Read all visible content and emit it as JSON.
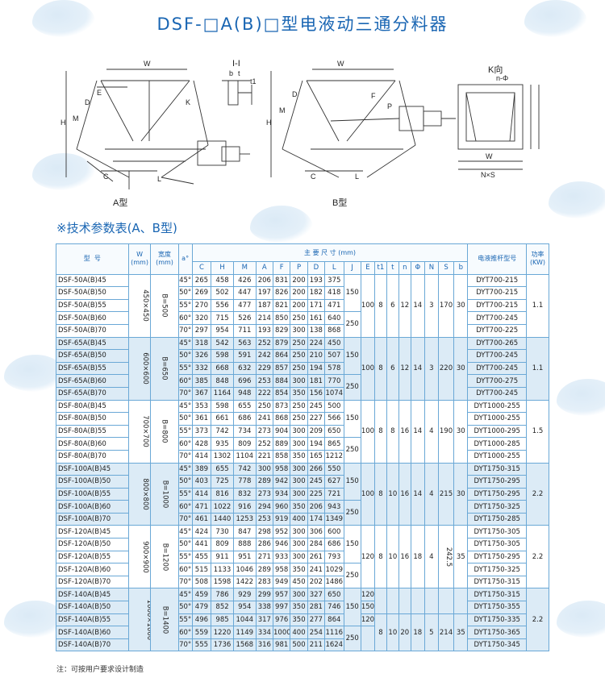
{
  "title": "DSF-□A(B)□型电液动三通分料器",
  "diagram": {
    "label_a": "A型",
    "label_b": "B型",
    "section_label": "I-I",
    "view_label": "K向",
    "dims": [
      "W",
      "H",
      "M",
      "D",
      "E",
      "C",
      "K",
      "L",
      "F",
      "P",
      "b",
      "t",
      "t1",
      "n-Φ",
      "N×S"
    ]
  },
  "section_heading": "※技术参数表(A、B型)",
  "table": {
    "col_model": "型  号",
    "col_w": "W\n(mm)",
    "col_width": "宽度\n(mm)",
    "col_angle": "a°",
    "col_main": "主 要 尺 寸 (mm)",
    "col_push": "电液推杆型号",
    "col_power": "功率\n(KW)",
    "sub_cols": [
      "C",
      "H",
      "M",
      "A",
      "F",
      "P",
      "D",
      "L",
      "J",
      "E",
      "t1",
      "t",
      "n",
      "Φ",
      "N",
      "S",
      "b"
    ],
    "groups": [
      {
        "w": "450×450",
        "width": "B=500",
        "j_top": "150",
        "j_bottom": "250",
        "e": "100",
        "t1": "8",
        "t": "6",
        "n": "12",
        "phi": "14",
        "nn": "3",
        "s": "170",
        "b": "30",
        "power": "1.1",
        "rows": [
          {
            "model": "DSF-50A(B)45",
            "a": "45°",
            "c": "265",
            "h": "458",
            "m": "426",
            "aa": "206",
            "f": "831",
            "p": "200",
            "d": "193",
            "l": "375",
            "push": "DYT700-215"
          },
          {
            "model": "DSF-50A(B)50",
            "a": "50°",
            "c": "269",
            "h": "502",
            "m": "447",
            "aa": "197",
            "f": "826",
            "p": "200",
            "d": "182",
            "l": "418",
            "push": "DYT700-215"
          },
          {
            "model": "DSF-50A(B)55",
            "a": "55°",
            "c": "270",
            "h": "556",
            "m": "477",
            "aa": "187",
            "f": "821",
            "p": "200",
            "d": "171",
            "l": "471",
            "push": "DYT700-215"
          },
          {
            "model": "DSF-50A(B)60",
            "a": "60°",
            "c": "320",
            "h": "715",
            "m": "526",
            "aa": "214",
            "f": "850",
            "p": "250",
            "d": "161",
            "l": "640",
            "push": "DYT700-245"
          },
          {
            "model": "DSF-50A(B)70",
            "a": "70°",
            "c": "297",
            "h": "954",
            "m": "711",
            "aa": "193",
            "f": "829",
            "p": "300",
            "d": "138",
            "l": "868",
            "push": "DYT700-225"
          }
        ]
      },
      {
        "w": "600×600",
        "width": "B=650",
        "j_top": "150",
        "j_bottom": "250",
        "e": "100",
        "t1": "8",
        "t": "6",
        "n": "12",
        "phi": "14",
        "nn": "3",
        "s": "220",
        "b": "30",
        "power": "1.1",
        "rows": [
          {
            "model": "DSF-65A(B)45",
            "a": "45°",
            "c": "318",
            "h": "542",
            "m": "563",
            "aa": "252",
            "f": "879",
            "p": "250",
            "d": "224",
            "l": "450",
            "push": "DYT700-265"
          },
          {
            "model": "DSF-65A(B)50",
            "a": "50°",
            "c": "326",
            "h": "598",
            "m": "591",
            "aa": "242",
            "f": "864",
            "p": "250",
            "d": "210",
            "l": "507",
            "push": "DYT700-245"
          },
          {
            "model": "DSF-65A(B)55",
            "a": "55°",
            "c": "332",
            "h": "668",
            "m": "632",
            "aa": "229",
            "f": "857",
            "p": "250",
            "d": "194",
            "l": "578",
            "push": "DYT700-245"
          },
          {
            "model": "DSF-65A(B)60",
            "a": "60°",
            "c": "385",
            "h": "848",
            "m": "696",
            "aa": "253",
            "f": "884",
            "p": "300",
            "d": "181",
            "l": "770",
            "push": "DYT700-275"
          },
          {
            "model": "DSF-65A(B)70",
            "a": "70°",
            "c": "367",
            "h": "1164",
            "m": "948",
            "aa": "222",
            "f": "854",
            "p": "350",
            "d": "156",
            "l": "1074",
            "push": "DYT700-245"
          }
        ]
      },
      {
        "w": "700×700",
        "width": "B=800",
        "j_top": "150",
        "j_bottom": "250",
        "e": "100",
        "t1": "8",
        "t": "8",
        "n": "16",
        "phi": "14",
        "nn": "4",
        "s": "190",
        "b": "30",
        "power": "1.5",
        "rows": [
          {
            "model": "DSF-80A(B)45",
            "a": "45°",
            "c": "353",
            "h": "598",
            "m": "655",
            "aa": "250",
            "f": "873",
            "p": "250",
            "d": "245",
            "l": "500",
            "push": "DYT1000-255"
          },
          {
            "model": "DSF-80A(B)50",
            "a": "50°",
            "c": "361",
            "h": "661",
            "m": "686",
            "aa": "241",
            "f": "868",
            "p": "250",
            "d": "227",
            "l": "566",
            "push": "DYT1000-255"
          },
          {
            "model": "DSF-80A(B)55",
            "a": "55°",
            "c": "373",
            "h": "742",
            "m": "734",
            "aa": "273",
            "f": "904",
            "p": "300",
            "d": "209",
            "l": "650",
            "push": "DYT1000-295"
          },
          {
            "model": "DSF-80A(B)60",
            "a": "60°",
            "c": "428",
            "h": "935",
            "m": "809",
            "aa": "252",
            "f": "889",
            "p": "300",
            "d": "194",
            "l": "865",
            "push": "DYT1000-285"
          },
          {
            "model": "DSF-80A(B)70",
            "a": "70°",
            "c": "414",
            "h": "1302",
            "m": "1104",
            "aa": "221",
            "f": "858",
            "p": "350",
            "d": "165",
            "l": "1212",
            "push": "DYT1000-255"
          }
        ]
      },
      {
        "w": "800×800",
        "width": "B=1000",
        "j_top": "150",
        "j_bottom": "250",
        "e": "100",
        "t1": "8",
        "t": "10",
        "n": "16",
        "phi": "14",
        "nn": "4",
        "s": "215",
        "b": "30",
        "power": "2.2",
        "rows": [
          {
            "model": "DSF-100A(B)45",
            "a": "45°",
            "c": "389",
            "h": "655",
            "m": "742",
            "aa": "300",
            "f": "958",
            "p": "300",
            "d": "266",
            "l": "550",
            "push": "DYT1750-315"
          },
          {
            "model": "DSF-100A(B)50",
            "a": "50°",
            "c": "403",
            "h": "725",
            "m": "778",
            "aa": "289",
            "f": "942",
            "p": "300",
            "d": "245",
            "l": "627",
            "push": "DYT1750-295"
          },
          {
            "model": "DSF-100A(B)55",
            "a": "55°",
            "c": "414",
            "h": "816",
            "m": "832",
            "aa": "273",
            "f": "934",
            "p": "300",
            "d": "225",
            "l": "721",
            "push": "DYT1750-295"
          },
          {
            "model": "DSF-100A(B)60",
            "a": "60°",
            "c": "471",
            "h": "1022",
            "m": "916",
            "aa": "294",
            "f": "960",
            "p": "350",
            "d": "206",
            "l": "943",
            "push": "DYT1750-325"
          },
          {
            "model": "DSF-100A(B)70",
            "a": "70°",
            "c": "461",
            "h": "1440",
            "m": "1253",
            "aa": "253",
            "f": "919",
            "p": "400",
            "d": "174",
            "l": "1349",
            "push": "DYT1750-285"
          }
        ]
      },
      {
        "w": "900×900",
        "width": "B=1200",
        "j_top": "150",
        "j_bottom": "250",
        "e": "120",
        "t1": "8",
        "t": "10",
        "n": "16",
        "phi": "18",
        "nn": "4",
        "s": "242.5",
        "b": "35",
        "power": "2.2",
        "rows": [
          {
            "model": "DSF-120A(B)45",
            "a": "45°",
            "c": "424",
            "h": "730",
            "m": "847",
            "aa": "298",
            "f": "952",
            "p": "300",
            "d": "306",
            "l": "600",
            "push": "DYT1750-305"
          },
          {
            "model": "DSF-120A(B)50",
            "a": "50°",
            "c": "441",
            "h": "809",
            "m": "888",
            "aa": "286",
            "f": "946",
            "p": "300",
            "d": "284",
            "l": "686",
            "push": "DYT1750-305"
          },
          {
            "model": "DSF-120A(B)55",
            "a": "55°",
            "c": "455",
            "h": "911",
            "m": "951",
            "aa": "271",
            "f": "933",
            "p": "300",
            "d": "261",
            "l": "793",
            "push": "DYT1750-295"
          },
          {
            "model": "DSF-120A(B)60",
            "a": "60°",
            "c": "515",
            "h": "1133",
            "m": "1046",
            "aa": "289",
            "f": "958",
            "p": "350",
            "d": "241",
            "l": "1029",
            "push": "DYT1750-325"
          },
          {
            "model": "DSF-120A(B)70",
            "a": "70°",
            "c": "508",
            "h": "1598",
            "m": "1422",
            "aa": "283",
            "f": "949",
            "p": "450",
            "d": "202",
            "l": "1486",
            "push": "DYT1750-315"
          }
        ]
      },
      {
        "w": "1000×1000",
        "width": "B=1400",
        "j_top": "150",
        "j_bottom": "250",
        "e_top": "120",
        "e_mid": "150",
        "e_bot": "120",
        "t1": "8",
        "t": "10",
        "n": "20",
        "phi": "18",
        "nn": "5",
        "s": "214",
        "b": "35",
        "power": "2.2",
        "rows": [
          {
            "model": "DSF-140A(B)45",
            "a": "45°",
            "c": "459",
            "h": "786",
            "m": "929",
            "aa": "299",
            "f": "957",
            "p": "300",
            "d": "327",
            "l": "650",
            "push": "DYT1750-315"
          },
          {
            "model": "DSF-140A(B)50",
            "a": "50°",
            "c": "479",
            "h": "852",
            "m": "954",
            "aa": "338",
            "f": "997",
            "p": "350",
            "d": "281",
            "l": "746",
            "push": "DYT1750-355"
          },
          {
            "model": "DSF-140A(B)55",
            "a": "55°",
            "c": "496",
            "h": "985",
            "m": "1044",
            "aa": "317",
            "f": "976",
            "p": "350",
            "d": "277",
            "l": "864",
            "push": "DYT1750-335"
          },
          {
            "model": "DSF-140A(B)60",
            "a": "60°",
            "c": "559",
            "h": "1220",
            "m": "1149",
            "aa": "334",
            "f": "1000",
            "p": "400",
            "d": "254",
            "l": "1116",
            "push": "DYT1750-365"
          },
          {
            "model": "DSF-140A(B)70",
            "a": "70°",
            "c": "555",
            "h": "1736",
            "m": "1568",
            "aa": "316",
            "f": "981",
            "p": "500",
            "d": "211",
            "l": "1624",
            "push": "DYT1750-345"
          }
        ]
      }
    ]
  },
  "note": "注：可按用户要求设计制造"
}
